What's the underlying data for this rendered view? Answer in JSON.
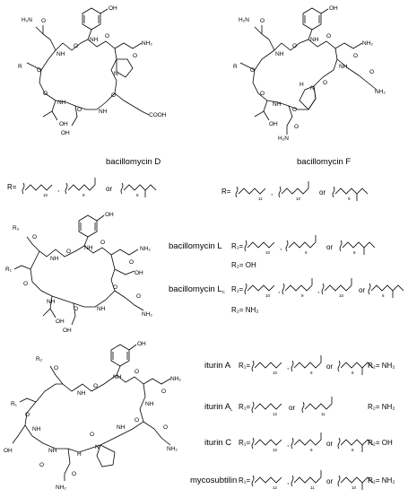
{
  "figure": {
    "compounds": [
      {
        "name": "bacillomycin D",
        "r_label": "R=",
        "conj": [
          "",
          "",
          "or"
        ],
        "subs": [
          "10",
          "9",
          "8"
        ]
      },
      {
        "name": "bacillomycin F",
        "r_label": "R=",
        "conj": [
          "",
          "",
          "or"
        ],
        "subs": [
          "11",
          "10",
          "9"
        ]
      },
      {
        "name": "bacillomycin L",
        "r1_label": "R₁=",
        "conj": [
          "",
          "",
          "or"
        ],
        "subs": [
          "10",
          "9",
          "8"
        ],
        "r2_text": "R₂= OH"
      },
      {
        "name": "bacillomycin L",
        "name_sub": "C",
        "r1_label": "R₁=",
        "conj": [
          "",
          "",
          "",
          "or"
        ],
        "subs": [
          "10",
          "9",
          "10",
          "8"
        ],
        "r2_text": "R₂= NH₂"
      },
      {
        "name": "iturin A",
        "r1_label": "R₁=",
        "conj": [
          "",
          "",
          "or"
        ],
        "subs": [
          "10",
          "9",
          "8"
        ],
        "r2_text": "R₂= NH₂"
      },
      {
        "name": "iturin A",
        "name_sub": "L",
        "r1_label": "R₁=",
        "conj": [
          "",
          "or"
        ],
        "subs": [
          "12",
          "11"
        ],
        "r2_text": "R₂= NH₂"
      },
      {
        "name": "iturin C",
        "r1_label": "R₁=",
        "conj": [
          "",
          "",
          "or"
        ],
        "subs": [
          "10",
          "9",
          "8"
        ],
        "r2_text": "R₂= OH"
      },
      {
        "name": "mycosubtilin",
        "r1_label": "R₁=",
        "conj": [
          "",
          "",
          "or"
        ],
        "subs": [
          "12",
          "11",
          "10"
        ],
        "r2_text": "R₂= NH₂"
      }
    ],
    "atoms": {
      "oh": "OH",
      "h2n": "H₂N",
      "nh2": "NH₂",
      "o": "O",
      "nh": "NH",
      "n": "N",
      "h": "H",
      "cooh": "COOH",
      "r": "R",
      "r1": "R₁",
      "r2": "R₂"
    }
  }
}
